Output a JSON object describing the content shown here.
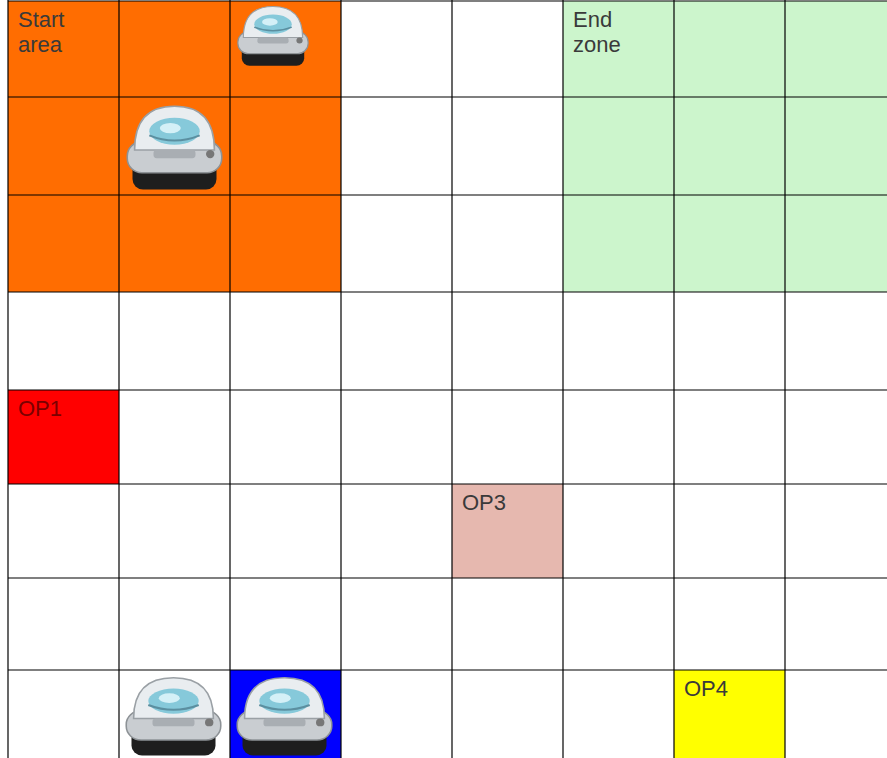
{
  "diagram": {
    "nodes": [
      {
        "text": [
          "Start area"
        ]
      },
      {
        "text": [
          "End zone"
        ]
      },
      {
        "text": [
          "OP1"
        ]
      },
      {
        "text": [
          "OP3"
        ]
      },
      {
        "text": [
          "OP4"
        ]
      }
    ]
  }
}
